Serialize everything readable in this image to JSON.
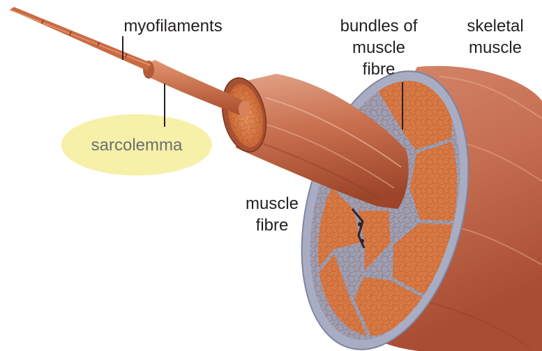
{
  "labels": {
    "myofilaments": "myofilaments",
    "bundles": "bundles of\nmuscle\nfibre",
    "skeletal": "skeletal\nmuscle",
    "sarcolemma": "sarcolemma",
    "fibre": "muscle\nfibre"
  },
  "colors": {
    "muscle": "#c2694d",
    "muscle_dark": "#8e3b23",
    "muscle_light": "#e29a7c",
    "fascicle_fill": "#d87944",
    "connective": "#9aa0b8",
    "highlight_ellipse": "#f6f0a8",
    "leader_line": "#231f20"
  }
}
